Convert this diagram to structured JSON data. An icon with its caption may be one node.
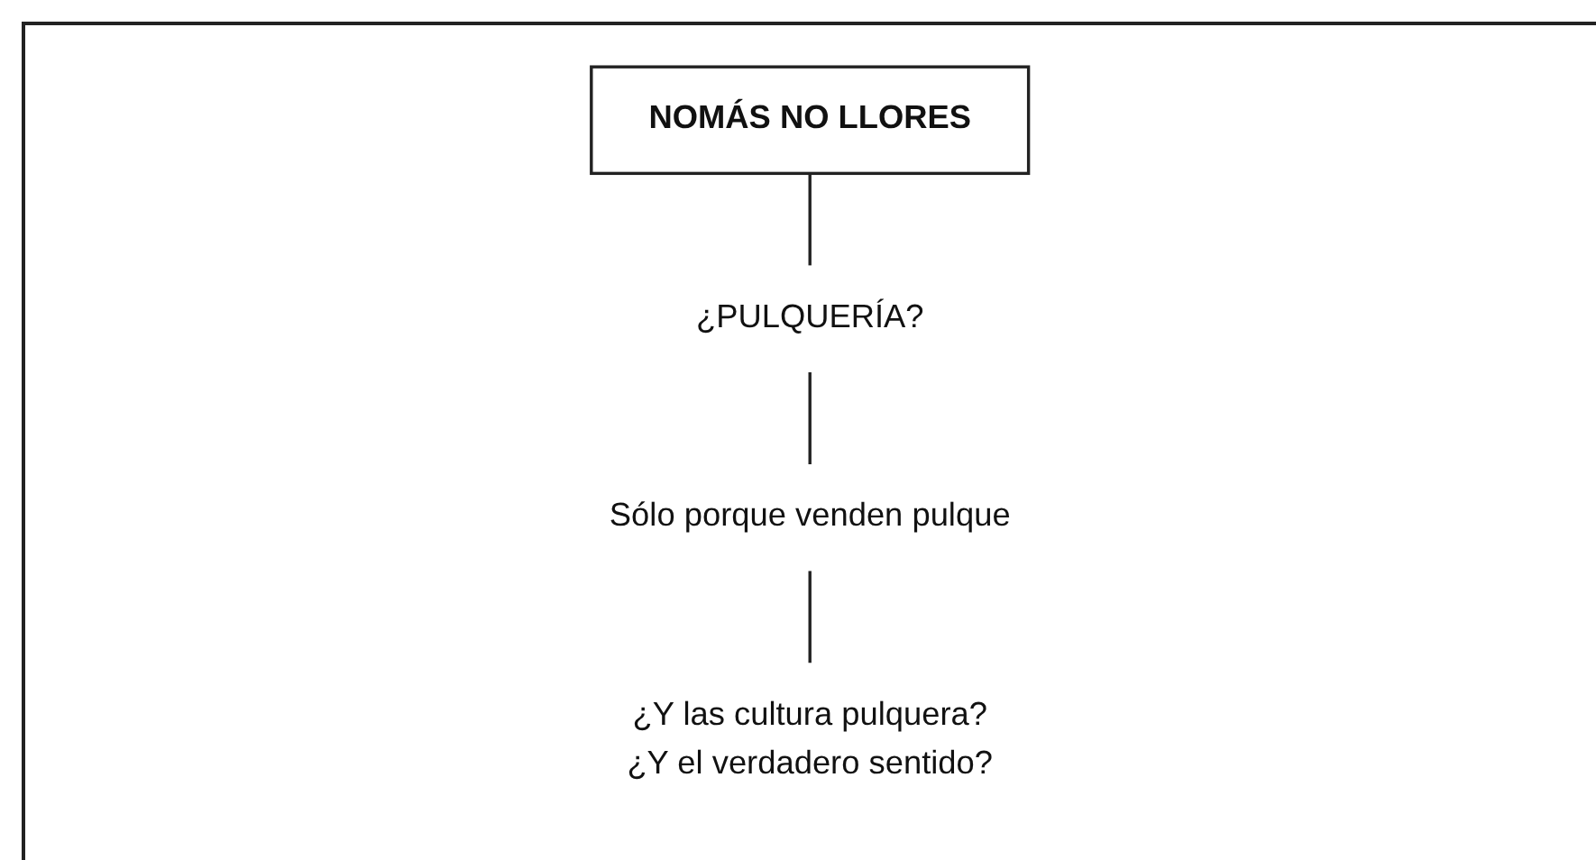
{
  "diagram": {
    "nodes": [
      {
        "text": [
          "NOMÁS NO LLORES"
        ]
      },
      {
        "text": [
          "¿PULQUERÍA?"
        ]
      },
      {
        "text": [
          "Sólo porque venden pulque"
        ]
      },
      {
        "text": [
          "¿Y las cultura pulquera?",
          "¿Y el verdadero sentido?"
        ]
      }
    ],
    "edges": [
      {
        "from": 0,
        "to": 1,
        "arrow": "none"
      },
      {
        "from": 1,
        "to": 2,
        "arrow": "none"
      },
      {
        "from": 2,
        "to": 3,
        "arrow": "none"
      }
    ]
  }
}
